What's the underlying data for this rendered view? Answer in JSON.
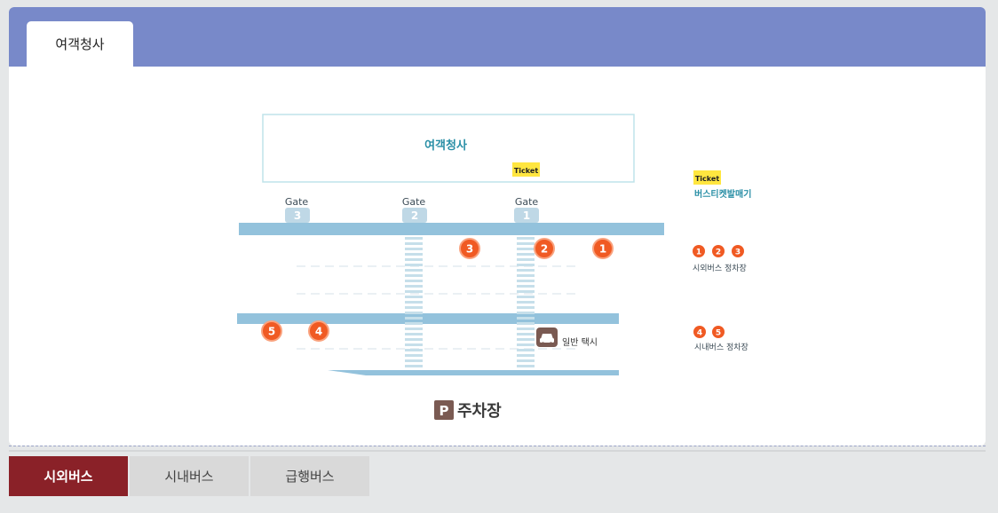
{
  "panel": {
    "tab_label": "여객청사"
  },
  "map": {
    "terminal_label": "여객청사",
    "ticket_badge": "Ticket",
    "gates": [
      {
        "label": "Gate",
        "number": "3"
      },
      {
        "label": "Gate",
        "number": "2"
      },
      {
        "label": "Gate",
        "number": "1"
      }
    ],
    "platform_markers_top": [
      "3",
      "2",
      "1"
    ],
    "platform_markers_bottom": [
      "5",
      "4"
    ],
    "taxi_label": "일반 택시",
    "parking_letter": "P",
    "parking_label": "주차장"
  },
  "legend": {
    "ticket_badge": "Ticket",
    "ticket_machine": "버스티켓발매기",
    "intercity_markers": [
      "1",
      "2",
      "3"
    ],
    "intercity_label": "시외버스 정차장",
    "city_markers": [
      "4",
      "5"
    ],
    "city_label": "시내버스 정차장"
  },
  "bottom_tabs": [
    {
      "label": "시외버스",
      "active": true
    },
    {
      "label": "시내버스",
      "active": false
    },
    {
      "label": "급행버스",
      "active": false
    }
  ],
  "colors": {
    "header": "#7889c9",
    "road": "#93c2dc",
    "marker": "#f05a23",
    "terminal_text": "#2a8fa6",
    "ticket_bg": "#ffe640",
    "active_tab": "#8a2128",
    "taxi_icon": "#7a5a52"
  }
}
